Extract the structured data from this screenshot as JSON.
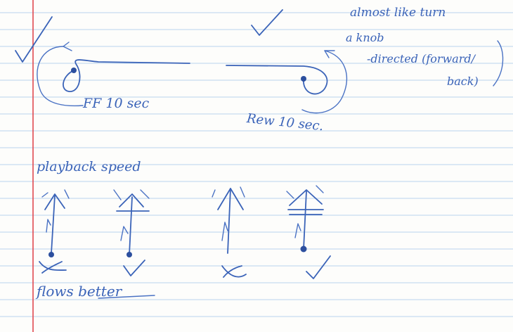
{
  "notes": {
    "ff_label": "FF 10 sec",
    "rew_label": "Rew 10 sec.",
    "remark_line1": "almost like turn",
    "remark_line2": "a knob",
    "remark_line3": "-directed (forward/",
    "remark_line4": "back)",
    "playback_heading": "playback speed",
    "flows_better": "flows better"
  },
  "colors": {
    "ink": "#3a63b8",
    "rule_line": "#b9d4ee",
    "margin_line": "#e0494f",
    "paper": "#fdfdfb"
  }
}
